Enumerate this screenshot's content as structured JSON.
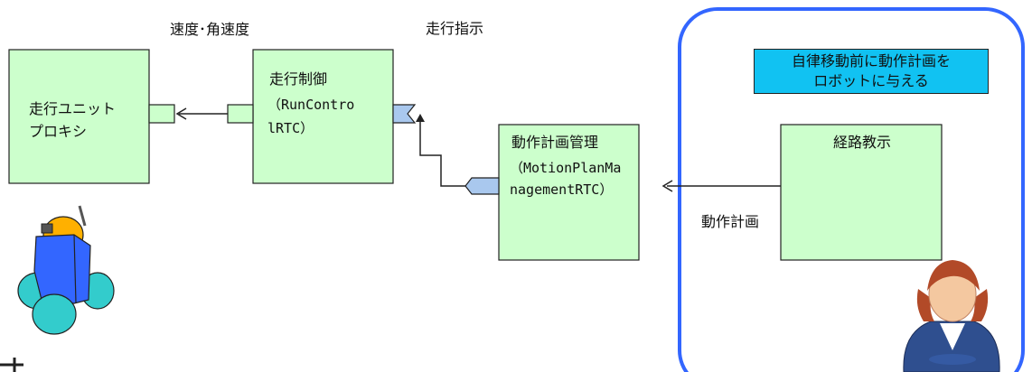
{
  "labels": {
    "velocity": "速度･角速度",
    "drive_instruction": "走行指示",
    "motion_plan": "動作計画"
  },
  "components": {
    "drive_unit_proxy": {
      "line1": "走行ユニット",
      "line2": "プロキシ"
    },
    "drive_control": {
      "title": "走行制御",
      "line1": "（RunContro",
      "line2": "lRTC）"
    },
    "motion_plan_manager": {
      "title": "動作計画管理",
      "line1": "（MotionPlanMa",
      "line2": "nagementRTC）"
    },
    "route_teaching": {
      "title": "経路教示"
    }
  },
  "note": {
    "line1": "自律移動前に動作計画を",
    "line2": "ロボットに与える"
  },
  "colors": {
    "component_fill": "#ccffcc",
    "note_fill": "#11c2f2",
    "user_area_border": "#3366ff",
    "port_fill": "#a9c8ee",
    "robot_body": "#3366ff",
    "robot_head": "#ffb000",
    "robot_wheels": "#33cccc"
  },
  "icons": [
    "robot-icon",
    "user-icon"
  ]
}
